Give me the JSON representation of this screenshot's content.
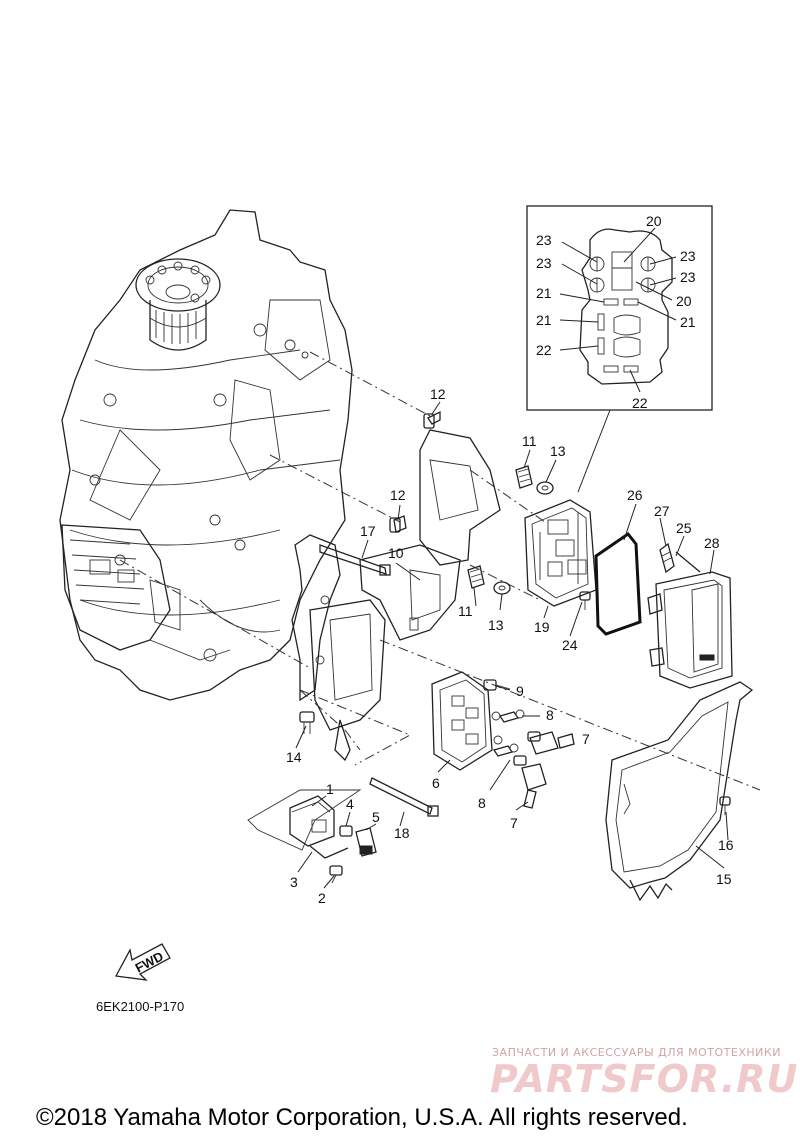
{
  "diagram": {
    "callouts": [
      "1",
      "2",
      "3",
      "4",
      "5",
      "6",
      "7",
      "7",
      "8",
      "8",
      "9",
      "10",
      "11",
      "11",
      "12",
      "12",
      "13",
      "13",
      "14",
      "15",
      "16",
      "17",
      "18",
      "19",
      "20",
      "20",
      "21",
      "21",
      "21",
      "22",
      "22",
      "23",
      "23",
      "23",
      "23",
      "24",
      "25",
      "26",
      "27",
      "28"
    ],
    "diagram_code": "6EK2100-P170",
    "fwd_label": "FWD"
  },
  "watermark": {
    "tagline": "ЗАПЧАСТИ И АКСЕССУАРЫ ДЛЯ МОТОТЕХНИКИ",
    "brand": "PARTSFOR.RU"
  },
  "footer": {
    "copyright": "©2018 Yamaha Motor Corporation, U.S.A. All rights reserved."
  },
  "colors": {
    "line": "#222222",
    "background": "#ffffff",
    "watermark": "#f0c9cb"
  }
}
